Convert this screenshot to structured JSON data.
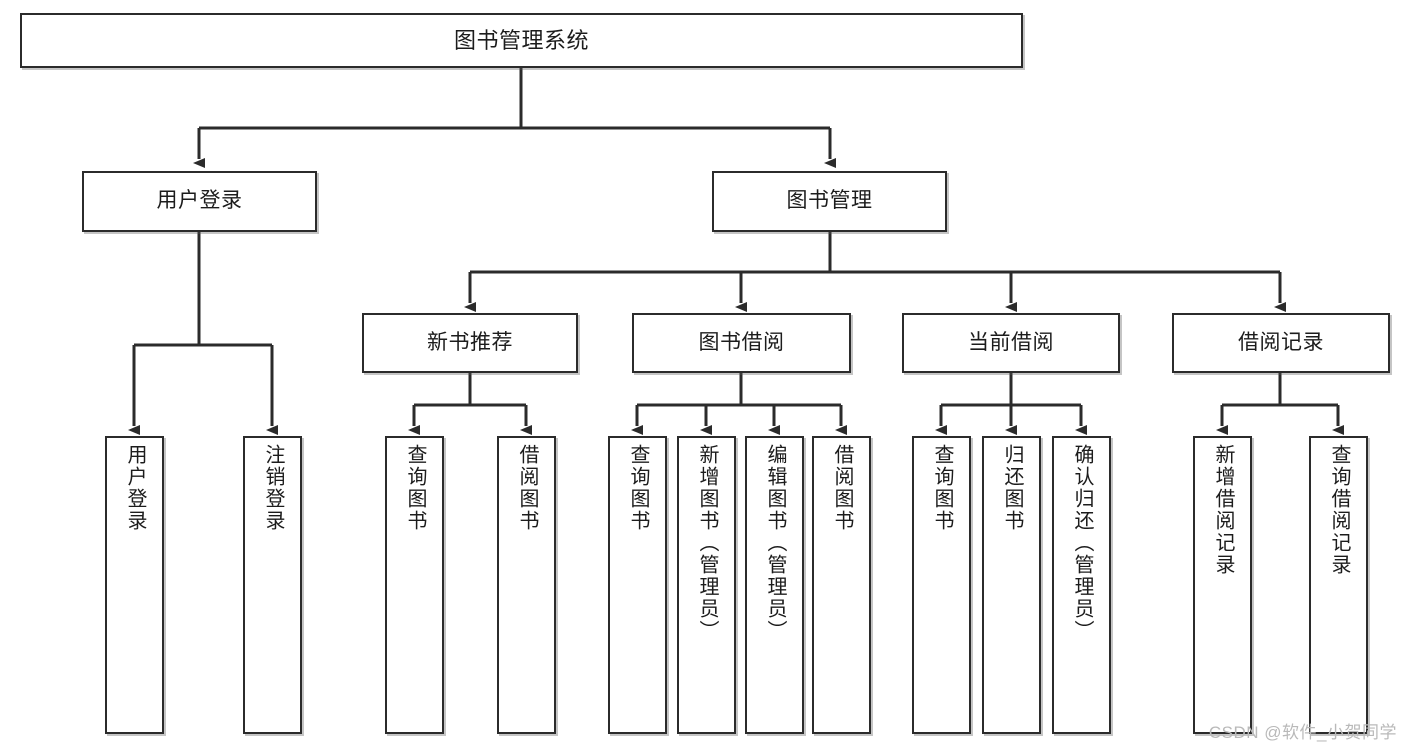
{
  "diagram": {
    "title": "图书管理系统",
    "watermark": "CSDN @软件_小贺同学",
    "line_color": "#2b2b2b",
    "box_fill": "#ffffff",
    "text_color": "#1c1c1c"
  },
  "nodes": {
    "root": {
      "label": "图书管理系统"
    },
    "level1": [
      {
        "label": "用户登录"
      },
      {
        "label": "图书管理"
      }
    ],
    "level2": [
      {
        "label": "新书推荐"
      },
      {
        "label": "图书借阅"
      },
      {
        "label": "当前借阅"
      },
      {
        "label": "借阅记录"
      }
    ],
    "leaves": {
      "user_login": [
        {
          "label": "用户登录"
        },
        {
          "label": "注销登录"
        }
      ],
      "new_book": [
        {
          "label": "查询图书"
        },
        {
          "label": "借阅图书"
        }
      ],
      "borrow_book": [
        {
          "label": "查询图书"
        },
        {
          "label": "新增图书（管理员）"
        },
        {
          "label": "编辑图书（管理员）"
        },
        {
          "label": "借阅图书"
        }
      ],
      "current_borrow": [
        {
          "label": "查询图书"
        },
        {
          "label": "归还图书"
        },
        {
          "label": "确认归还（管理员）"
        }
      ],
      "borrow_record": [
        {
          "label": "新增借阅记录"
        },
        {
          "label": "查询借阅记录"
        }
      ]
    }
  }
}
